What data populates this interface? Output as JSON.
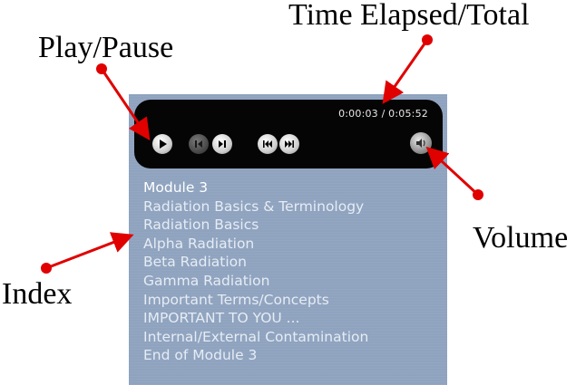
{
  "callouts": {
    "time": "Time Elapsed/Total",
    "play": "Play/Pause",
    "volume": "Volume",
    "index": "Index"
  },
  "player": {
    "time_readout": "0:00:03 / 0:05:52",
    "elapsed": "0:00:03",
    "total": "0:05:52",
    "buttons": [
      {
        "icon": "play-icon",
        "state": "enabled"
      },
      {
        "icon": "previous-icon",
        "state": "disabled"
      },
      {
        "icon": "next-icon",
        "state": "enabled"
      },
      {
        "icon": "rewind-icon",
        "state": "enabled"
      },
      {
        "icon": "fast-forward-icon",
        "state": "enabled"
      },
      {
        "icon": "volume-icon",
        "state": "enabled"
      }
    ]
  },
  "index": {
    "title": "Module 3",
    "items": [
      "Radiation Basics & Terminology",
      "Radiation Basics",
      "Alpha Radiation",
      "Beta Radiation",
      "Gamma Radiation",
      "Important Terms/Concepts",
      "IMPORTANT TO YOU ...",
      "Internal/External Contamination",
      "End of Module 3"
    ]
  },
  "colors": {
    "panel": "#8fa3bf",
    "controlbar": "#050505",
    "arrow": "#e00000",
    "index_text": "#e6ecf4"
  }
}
